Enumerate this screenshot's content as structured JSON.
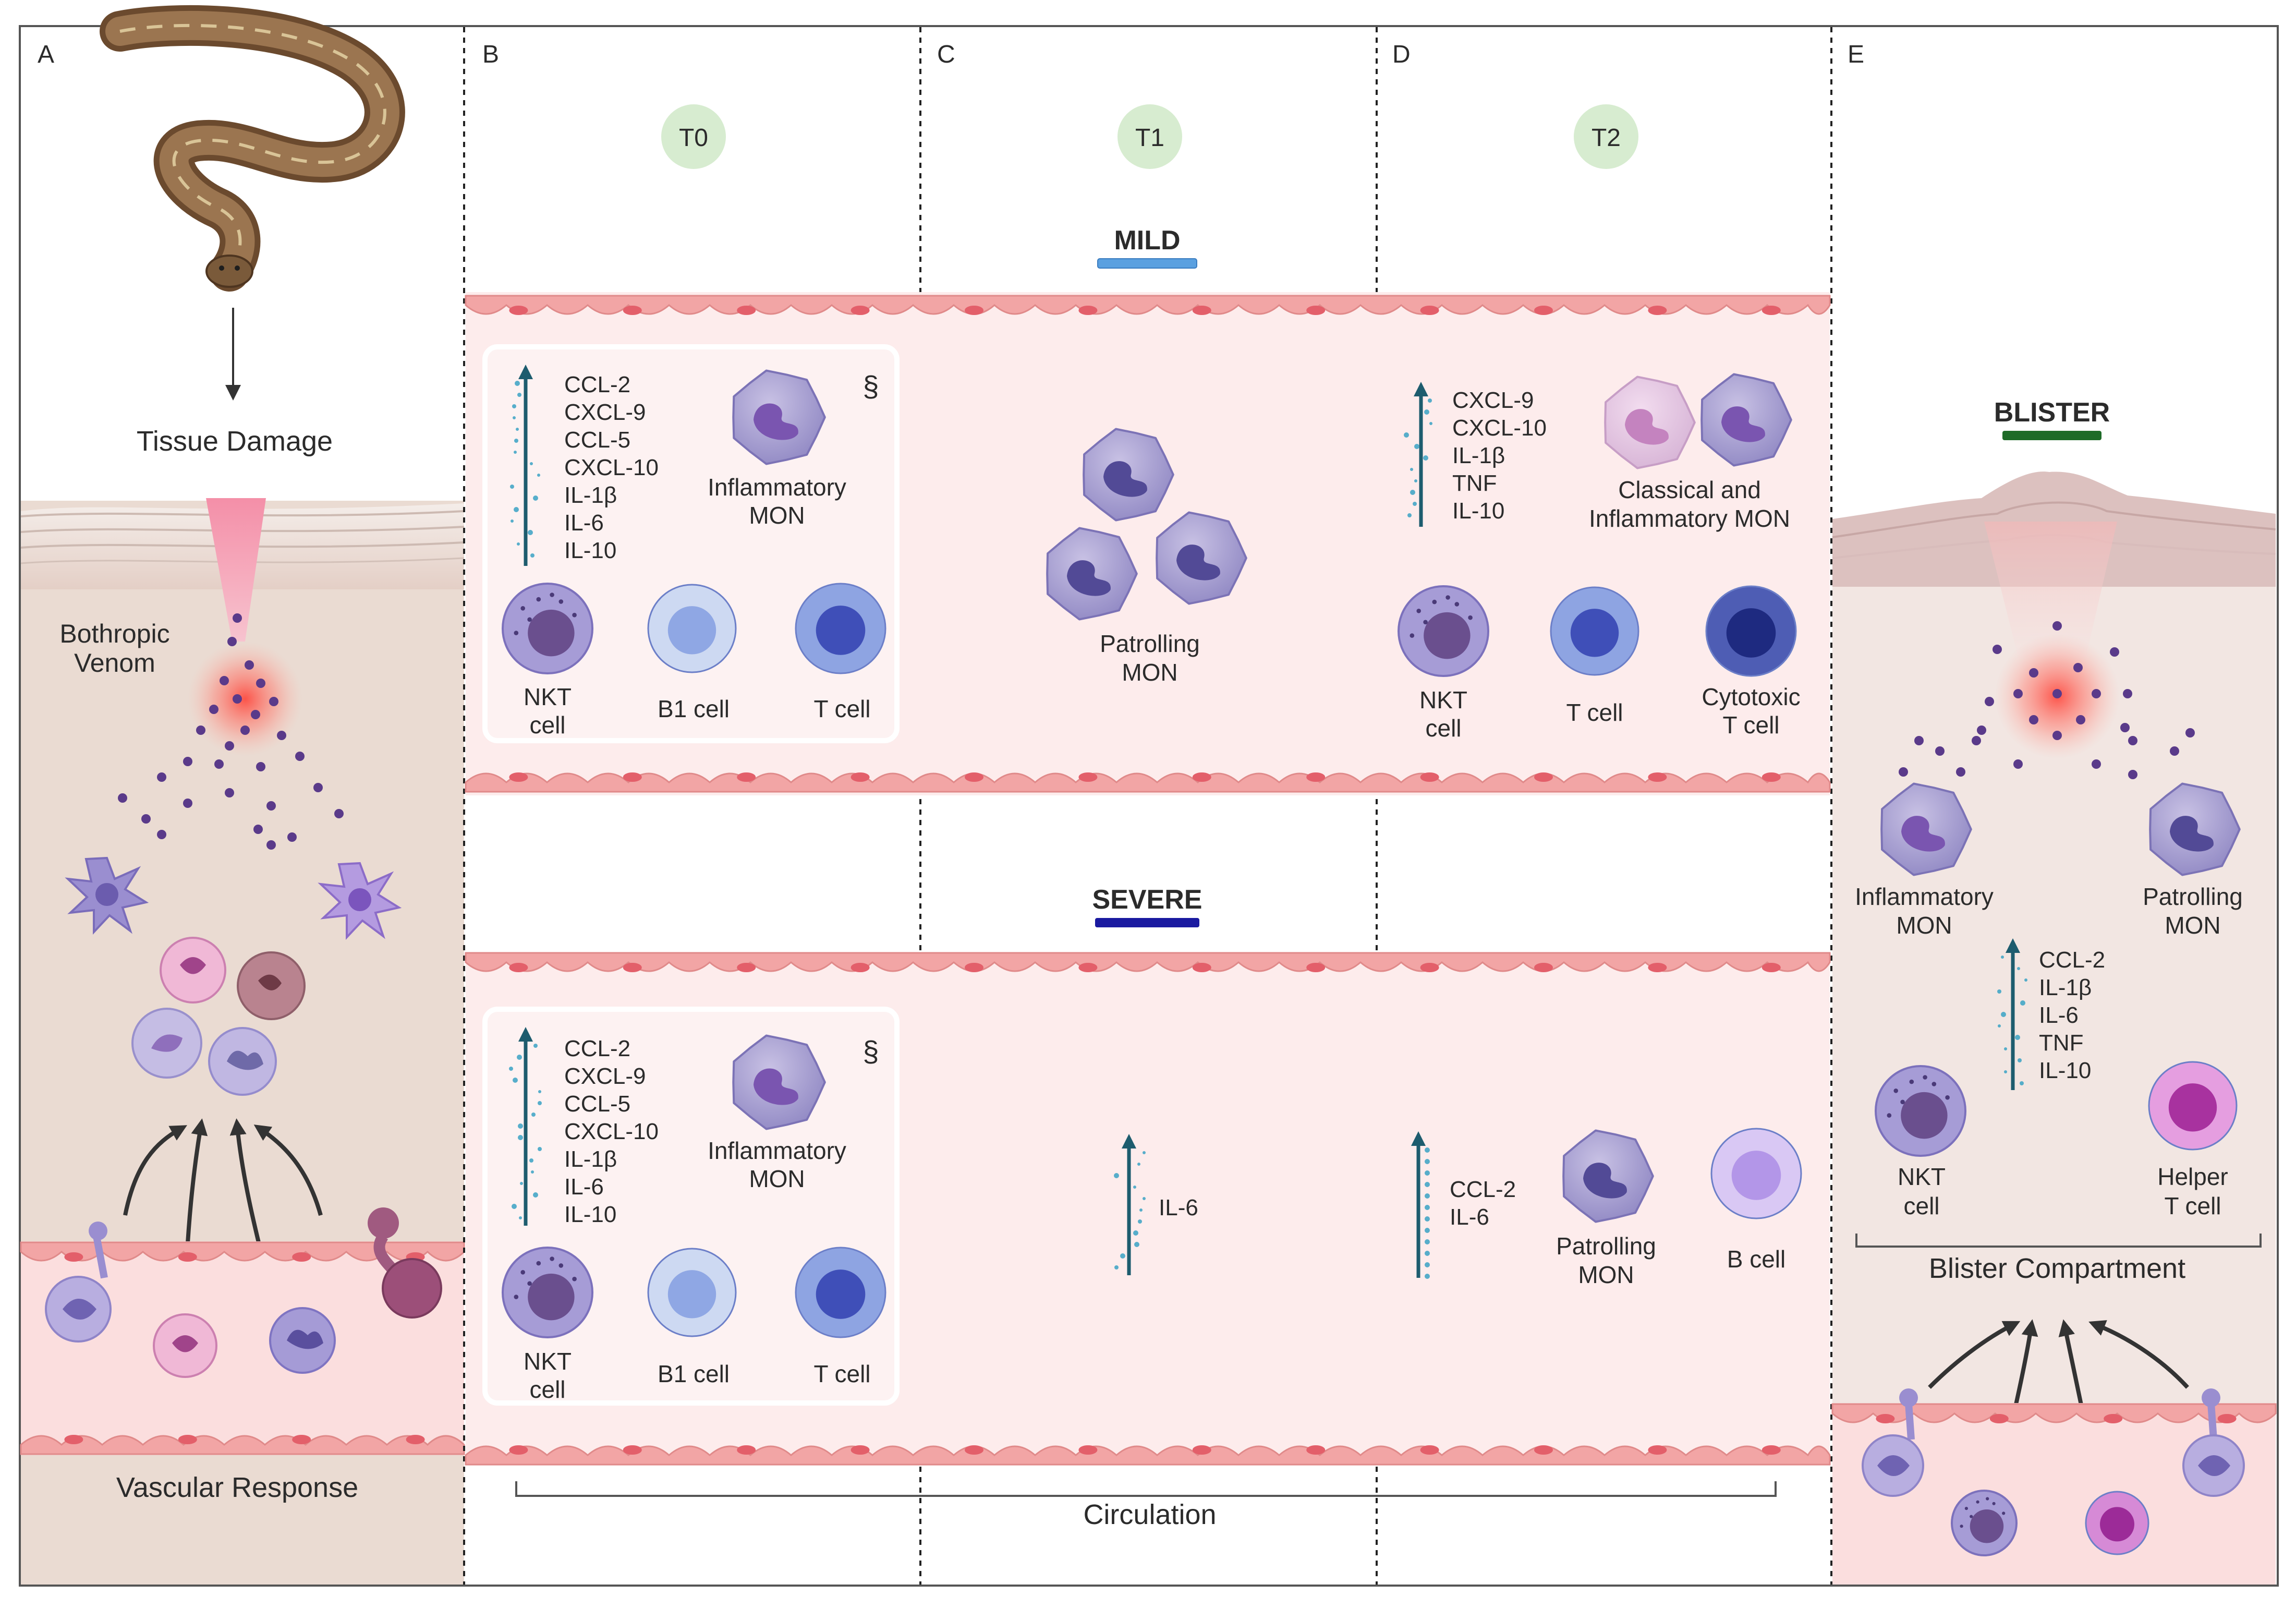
{
  "panels": {
    "A": {
      "letter": "A",
      "tissue_damage": "Tissue Damage",
      "venom_line1": "Bothropic",
      "venom_line2": "Venom",
      "vascular_response": "Vascular Response"
    },
    "B": {
      "letter": "B",
      "time": "T0",
      "mild": {
        "cytokines": [
          "CCL-2",
          "CXCL-9",
          "CCL-5",
          "CXCL-10",
          "IL-1β",
          "IL-6",
          "IL-10"
        ],
        "section_mark": "§",
        "mon_line1": "Inflammatory",
        "mon_line2": "MON",
        "nkt_line1": "NKT",
        "nkt_line2": "cell",
        "b1": "B1 cell",
        "t": "T cell"
      },
      "severe": {
        "cytokines": [
          "CCL-2",
          "CXCL-9",
          "CCL-5",
          "CXCL-10",
          "IL-1β",
          "IL-6",
          "IL-10"
        ],
        "section_mark": "§",
        "mon_line1": "Inflammatory",
        "mon_line2": "MON",
        "nkt_line1": "NKT",
        "nkt_line2": "cell",
        "b1": "B1 cell",
        "t": "T cell"
      }
    },
    "C": {
      "letter": "C",
      "time": "T1",
      "mild_title": "MILD",
      "severe_title": "SEVERE",
      "mild": {
        "mon_line1": "Patrolling",
        "mon_line2": "MON"
      },
      "severe": {
        "cytokines": [
          "IL-6"
        ]
      }
    },
    "D": {
      "letter": "D",
      "time": "T2",
      "mild": {
        "cytokines": [
          "CXCL-9",
          "CXCL-10",
          "IL-1β",
          "TNF",
          "IL-10"
        ],
        "mon_line1": "Classical and",
        "mon_line2": "Inflammatory MON",
        "nkt_line1": "NKT",
        "nkt_line2": "cell",
        "t": "T cell",
        "ctl_line1": "Cytotoxic",
        "ctl_line2": "T cell"
      },
      "severe": {
        "cytokines": [
          "CCL-2",
          "IL-6"
        ],
        "mon_line1": "Patrolling",
        "mon_line2": "MON",
        "b": "B cell"
      }
    },
    "E": {
      "letter": "E",
      "blister_title": "BLISTER",
      "inflam_line1": "Inflammatory",
      "inflam_line2": "MON",
      "patrol_line1": "Patrolling",
      "patrol_line2": "MON",
      "cytokines": [
        "CCL-2",
        "IL-1β",
        "IL-6",
        "TNF",
        "IL-10"
      ],
      "nkt_line1": "NKT",
      "nkt_line2": "cell",
      "helper_line1": "Helper",
      "helper_line2": "T cell",
      "compartment": "Blister Compartment"
    }
  },
  "circulation": "Circulation",
  "colors": {
    "mild_bar": "#5aa0e0",
    "severe_bar": "#1a1aa0",
    "blister_bar": "#1e6b28",
    "time_badge": "#d7ecd0",
    "vessel_bg": "#fdecec",
    "endothelium": "#ef9c9c",
    "tissue": "#eedfd6",
    "arrow_teal": "#1d5c6e"
  }
}
